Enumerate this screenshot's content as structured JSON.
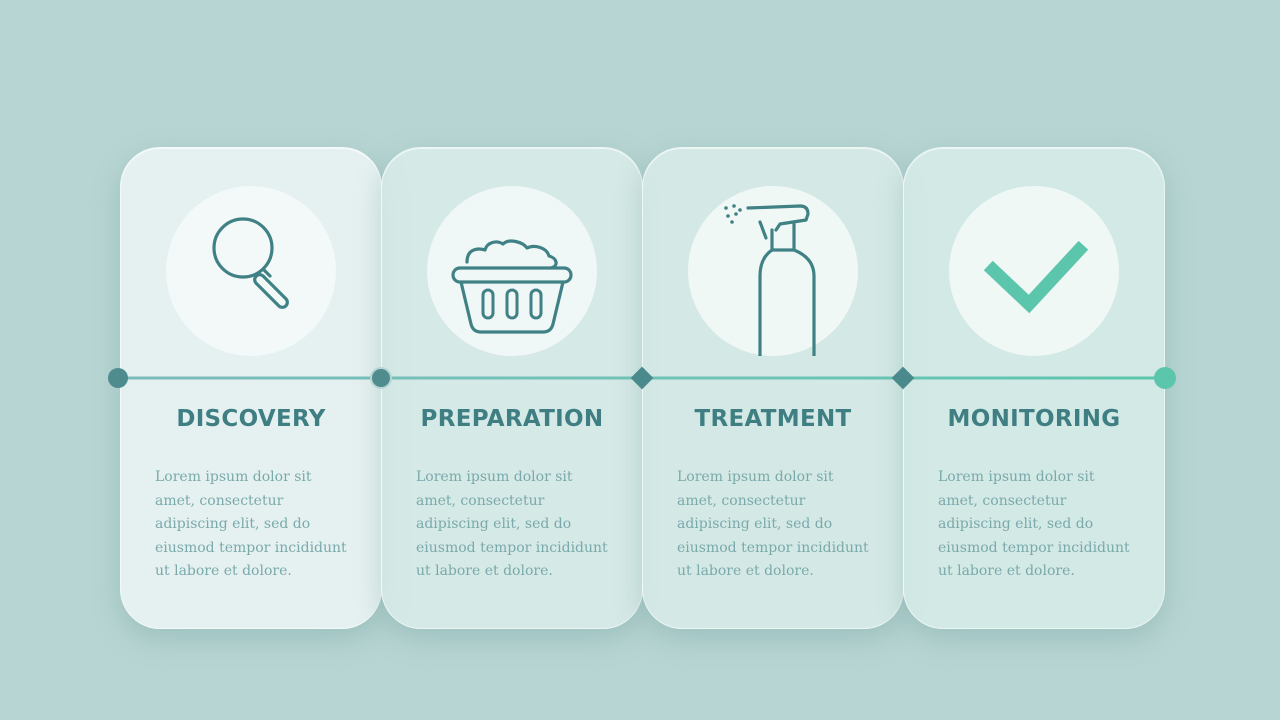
{
  "colors": {
    "background": "#b7d5d3",
    "accent_dark": "#3f7f83",
    "accent_bright": "#5cc6ad",
    "text_muted": "#7aa9ab"
  },
  "steps": [
    {
      "title": "DISCOVERY",
      "icon": "magnifying-glass-icon",
      "description": "Lorem ipsum dolor sit amet, consectetur adipiscing elit, sed do eiusmod tempor incididunt ut labore et dolore."
    },
    {
      "title": "PREPARATION",
      "icon": "laundry-basket-icon",
      "description": "Lorem ipsum dolor sit amet, consectetur adipiscing elit, sed do eiusmod tempor incididunt ut labore et dolore."
    },
    {
      "title": "TREATMENT",
      "icon": "spray-bottle-icon",
      "description": "Lorem ipsum dolor sit amet, consectetur adipiscing elit, sed do eiusmod tempor incididunt ut labore et dolore."
    },
    {
      "title": "MONITORING",
      "icon": "checkmark-icon",
      "description": "Lorem ipsum dolor sit amet, consectetur adipiscing elit, sed do eiusmod tempor incididunt ut labore et dolore."
    }
  ]
}
